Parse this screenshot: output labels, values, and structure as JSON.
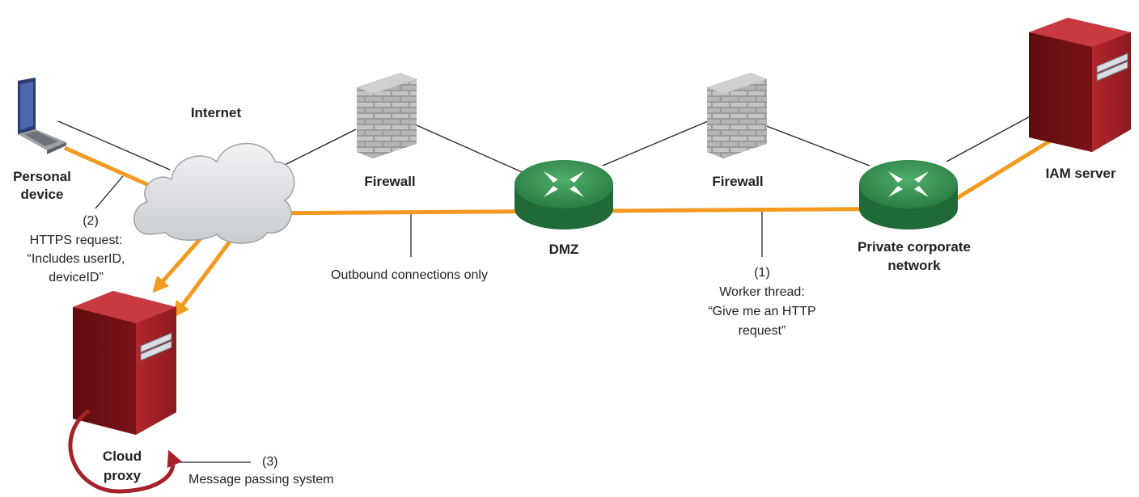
{
  "labels": {
    "personal_device": [
      "Personal",
      "device"
    ],
    "internet": "Internet",
    "firewall_1": "Firewall",
    "firewall_2": "Firewall",
    "dmz": "DMZ",
    "private_network": [
      "Private corporate",
      "network"
    ],
    "iam_server": "IAM server",
    "cloud_proxy": [
      "Cloud",
      "proxy"
    ]
  },
  "annotations": {
    "https_request": [
      "(2)",
      "HTTPS request:",
      "“Includes userID,",
      "deviceID”"
    ],
    "outbound": "Outbound connections only",
    "worker_thread": [
      "(1)",
      "Worker thread:",
      "“Give me an HTTP",
      "request”"
    ],
    "message_passing": [
      "(3)",
      "Message passing system"
    ]
  },
  "colors": {
    "flow_orange": "#f39a21",
    "server_red": "#a21e24",
    "server_dark": "#6e0f13",
    "router_green": "#2f8a4a",
    "firewall_gray": "#8c8c8c",
    "cloud_gray": "#d7d9dc",
    "loop_arrow": "#a4232a"
  }
}
